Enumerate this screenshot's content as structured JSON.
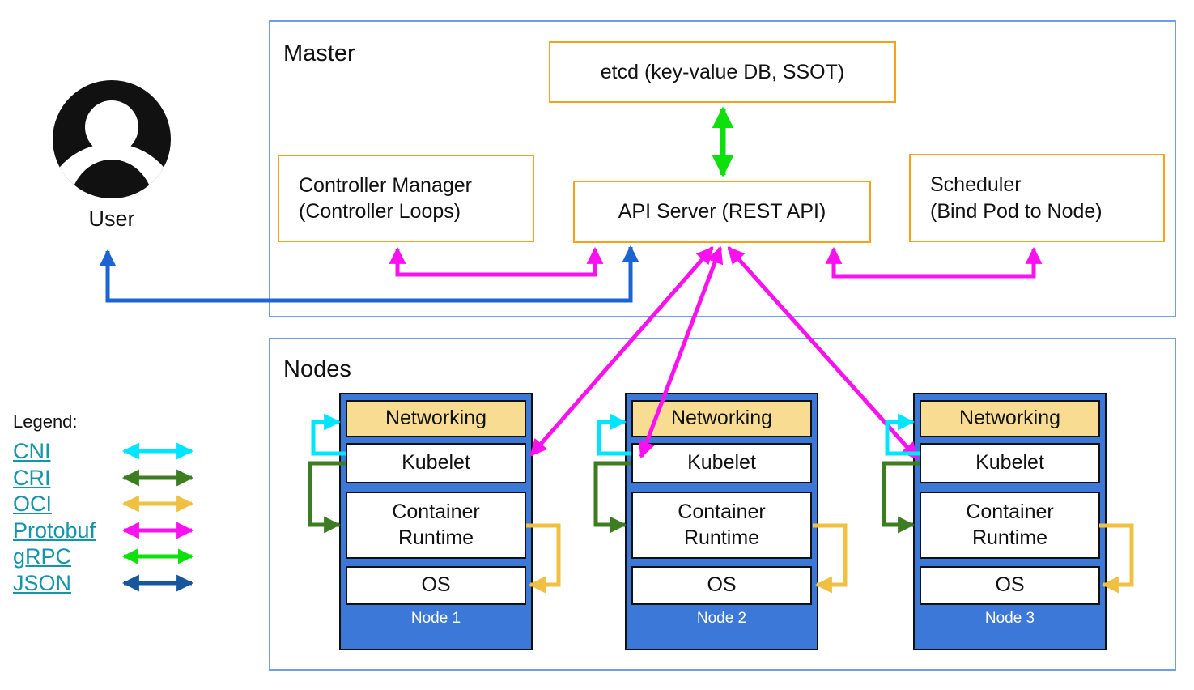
{
  "user": {
    "label": "User"
  },
  "master": {
    "title": "Master",
    "etcd_label": "etcd (key-value DB, SSOT)",
    "controller_manager_line1": "Controller Manager",
    "controller_manager_line2": "(Controller Loops)",
    "api_server_label": "API Server (REST API)",
    "scheduler_line1": "Scheduler",
    "scheduler_line2": "(Bind Pod to Node)"
  },
  "nodes_section": {
    "title": "Nodes",
    "nodes": [
      {
        "name": "Node 1",
        "layers": [
          "Networking",
          "Kubelet",
          "Container\nRuntime",
          "OS"
        ]
      },
      {
        "name": "Node 2",
        "layers": [
          "Networking",
          "Kubelet",
          "Container\nRuntime",
          "OS"
        ]
      },
      {
        "name": "Node 3",
        "layers": [
          "Networking",
          "Kubelet",
          "Container\nRuntime",
          "OS"
        ]
      }
    ]
  },
  "legend": {
    "title": "Legend:",
    "items": [
      {
        "label": "CNI",
        "color": "#00e5ff"
      },
      {
        "label": "CRI",
        "color": "#3c7d22"
      },
      {
        "label": "OCI",
        "color": "#efc041"
      },
      {
        "label": "Protobuf",
        "color": "#fb10f0"
      },
      {
        "label": "gRPC",
        "color": "#0ee00e"
      },
      {
        "label": "JSON",
        "color": "#17569d"
      }
    ]
  },
  "connections": [
    {
      "from": "User",
      "to": "API Server",
      "protocol": "JSON"
    },
    {
      "from": "etcd",
      "to": "API Server",
      "protocol": "gRPC"
    },
    {
      "from": "Controller Manager",
      "to": "API Server",
      "protocol": "Protobuf"
    },
    {
      "from": "Scheduler",
      "to": "API Server",
      "protocol": "Protobuf"
    },
    {
      "from": "API Server",
      "to": "Kubelet (Node 1)",
      "protocol": "Protobuf"
    },
    {
      "from": "API Server",
      "to": "Kubelet (Node 2)",
      "protocol": "Protobuf"
    },
    {
      "from": "API Server",
      "to": "Kubelet (Node 3)",
      "protocol": "Protobuf"
    },
    {
      "from": "Kubelet",
      "to": "Networking",
      "protocol": "CNI"
    },
    {
      "from": "Kubelet",
      "to": "Container Runtime",
      "protocol": "CRI"
    },
    {
      "from": "Container Runtime",
      "to": "OS",
      "protocol": "OCI"
    }
  ],
  "colors": {
    "section_border": "#6d9eeb",
    "component_border": "#f7a11c",
    "node_fill": "#3c78d8",
    "networking_fill": "#f8dc91",
    "user_arrow_blue": "#1b64d2",
    "legend_link_teal": "#1496aa"
  }
}
